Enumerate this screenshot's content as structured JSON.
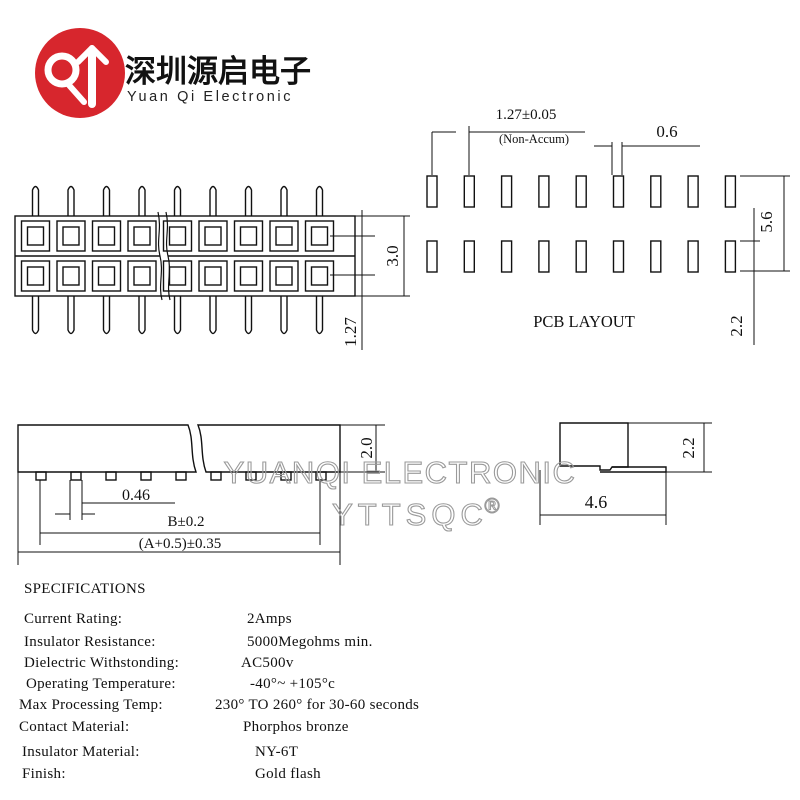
{
  "brand": {
    "name_cn": "深圳源启电子",
    "name_en": "Yuan Qi Electronic",
    "logo_color": "#d7262d"
  },
  "watermark": {
    "line1": "YUANQI ELECTRONIC",
    "line2": "YTTSQC",
    "registered_mark": "®"
  },
  "drawing": {
    "front_view": {
      "dim_height": "3.0",
      "dim_pitch": "1.27"
    },
    "pcb_layout": {
      "title": "PCB LAYOUT",
      "dim_pitch": "1.27±0.05",
      "dim_pitch_note": "(Non-Accum)",
      "dim_pad_width": "0.6",
      "dim_row_span": "5.6",
      "dim_offset": "2.2"
    },
    "bottom_view": {
      "dim_height": "2.0",
      "dim_tail": "0.46",
      "dim_b": "B±0.2",
      "dim_a": "(A+0.5)±0.35"
    },
    "side_view": {
      "dim_height": "2.2",
      "dim_width": "4.6"
    }
  },
  "specifications": {
    "title": "SPECIFICATIONS",
    "rows": [
      {
        "label": "Current Rating:",
        "value": "2Amps"
      },
      {
        "label": "Insulator Resistance:",
        "value": "5000Megohms min."
      },
      {
        "label": "Dielectric Withstonding:",
        "value": "AC500v"
      },
      {
        "label": "Operating Temperature:",
        "value": "-40°~ +105°c"
      },
      {
        "label": "Max Processing Temp:",
        "value": "230° TO 260° for 30-60 seconds"
      },
      {
        "label": "Contact Material:",
        "value": "Phorphos bronze"
      },
      {
        "label": "Insulator Material:",
        "value": "NY-6T"
      },
      {
        "label": "Finish:",
        "value": "Gold   flash"
      }
    ]
  }
}
